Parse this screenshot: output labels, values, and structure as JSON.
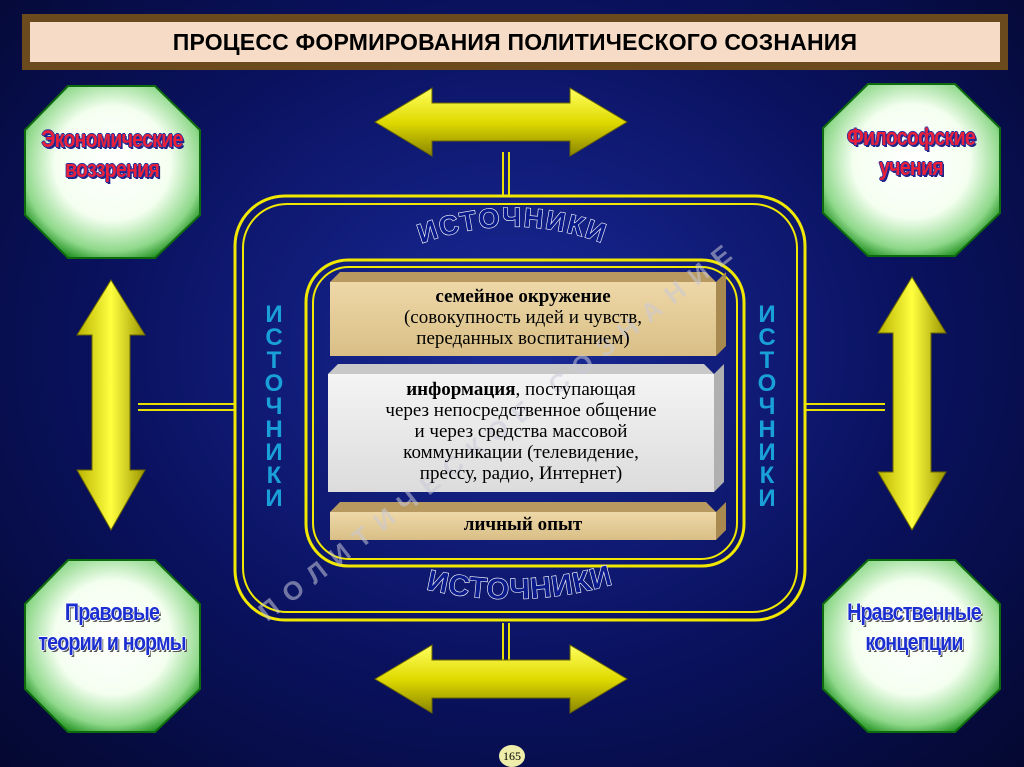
{
  "title": "ПРОЦЕСС ФОРМИРОВАНИЯ ПОЛИТИЧЕСКОГО СОЗНАНИЯ",
  "corners": {
    "top_left": "Экономические воззрения",
    "top_right": "Философские учения",
    "bottom_left": "Правовые теории и нормы",
    "bottom_right": "Нравственные концепции"
  },
  "sources_label": "ИСТОЧНИКИ",
  "sources_top": "ИСТОЧНИКИ",
  "sources_bottom": "ИСТОЧНИКИ",
  "sources_vertical_letters": [
    "И",
    "С",
    "Т",
    "О",
    "Ч",
    "Н",
    "И",
    "К",
    "И"
  ],
  "watermark": "ПОЛИТИЧЕСКОЕ СОЗНАНИЕ",
  "boxes": {
    "family": {
      "bold": "семейное окружение",
      "line2": "(совокупность идей и чувств,",
      "line3": "переданных воспитанием)"
    },
    "info": {
      "bold": "информация",
      "rest1": ", поступающая",
      "line2": "через непосредственное общение",
      "line3": "и через средства массовой",
      "line4": "коммуникации (телевидение,",
      "line5": "прессу, радио, Интернет)"
    },
    "experience": {
      "bold": "личный опыт"
    }
  },
  "page_number": "165",
  "colors": {
    "background": "#0a1260",
    "arrow": "#e8e000",
    "octagon_fill": "#ffffff",
    "octagon_green": "#20a020",
    "title_frame": "#6b4a1e"
  }
}
